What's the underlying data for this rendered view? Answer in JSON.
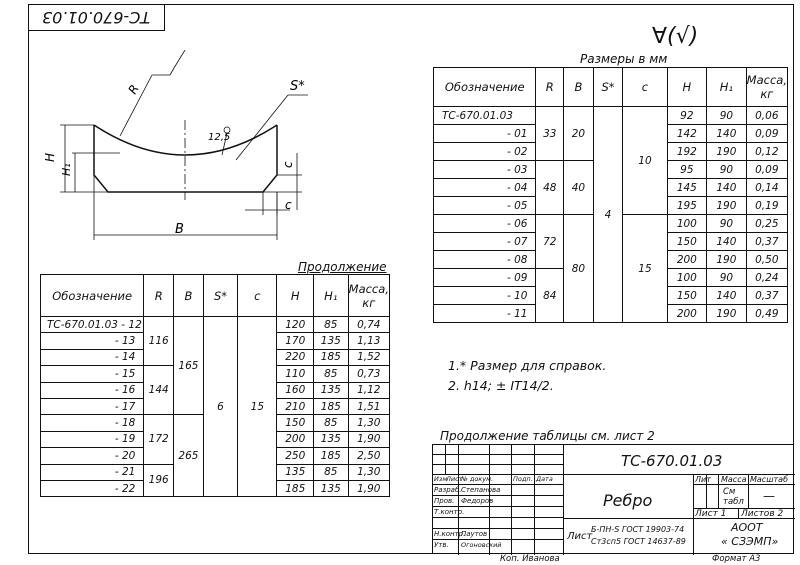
{
  "drawing_number_rotated": "ТС-670.01.03",
  "roughness": "∀(√)",
  "dims_caption": "Размеры в мм",
  "continuation_caption": "Продолжение",
  "drawing_labels": {
    "R": "R",
    "S": "S*",
    "H": "H",
    "H1": "H₁",
    "c1": "c",
    "c2": "c",
    "B": "B",
    "radius": "12,5"
  },
  "table_headers": {
    "designation": "Обозначение",
    "R": "R",
    "B": "B",
    "S": "S*",
    "c": "c",
    "H": "H",
    "H1": "H₁",
    "mass": "Масса, кг"
  },
  "right_table": {
    "rows": [
      {
        "des": "ТС-670.01.03",
        "H": "92",
        "H1": "90",
        "m": "0,06"
      },
      {
        "des": "- 01",
        "H": "142",
        "H1": "140",
        "m": "0,09"
      },
      {
        "des": "- 02",
        "H": "192",
        "H1": "190",
        "m": "0,12"
      },
      {
        "des": "- 03",
        "H": "95",
        "H1": "90",
        "m": "0,09"
      },
      {
        "des": "- 04",
        "H": "145",
        "H1": "140",
        "m": "0,14"
      },
      {
        "des": "- 05",
        "H": "195",
        "H1": "190",
        "m": "0,19"
      },
      {
        "des": "- 06",
        "H": "100",
        "H1": "90",
        "m": "0,25"
      },
      {
        "des": "- 07",
        "H": "150",
        "H1": "140",
        "m": "0,37"
      },
      {
        "des": "- 08",
        "H": "200",
        "H1": "190",
        "m": "0,50"
      },
      {
        "des": "- 09",
        "H": "100",
        "H1": "90",
        "m": "0,24"
      },
      {
        "des": "- 10",
        "H": "150",
        "H1": "140",
        "m": "0,37"
      },
      {
        "des": "- 11",
        "H": "200",
        "H1": "190",
        "m": "0,49"
      }
    ],
    "R_groups": [
      "33",
      "48",
      "72",
      "84"
    ],
    "B_groups": [
      "20",
      "40",
      "80"
    ],
    "S_value": "4",
    "c_groups": [
      "10",
      "15"
    ]
  },
  "left_table": {
    "rows": [
      {
        "des": "ТС-670.01.03 - 12",
        "H": "120",
        "H1": "85",
        "m": "0,74"
      },
      {
        "des": "- 13",
        "H": "170",
        "H1": "135",
        "m": "1,13"
      },
      {
        "des": "- 14",
        "H": "220",
        "H1": "185",
        "m": "1,52"
      },
      {
        "des": "- 15",
        "H": "110",
        "H1": "85",
        "m": "0,73"
      },
      {
        "des": "- 16",
        "H": "160",
        "H1": "135",
        "m": "1,12"
      },
      {
        "des": "- 17",
        "H": "210",
        "H1": "185",
        "m": "1,51"
      },
      {
        "des": "- 18",
        "H": "150",
        "H1": "85",
        "m": "1,30"
      },
      {
        "des": "- 19",
        "H": "200",
        "H1": "135",
        "m": "1,90"
      },
      {
        "des": "- 20",
        "H": "250",
        "H1": "185",
        "m": "2,50"
      },
      {
        "des": "- 21",
        "H": "135",
        "H1": "85",
        "m": "1,30"
      },
      {
        "des": "- 22",
        "H": "185",
        "H1": "135",
        "m": "1,90"
      }
    ],
    "R_groups": [
      "116",
      "144",
      "172",
      "196"
    ],
    "B_groups": [
      "165",
      "265"
    ],
    "S_value": "6",
    "c_value": "15"
  },
  "notes": {
    "n1": "1.* Размер для справок.",
    "n2": "2. h14; ± IT14/2."
  },
  "continuation_note": "Продолжение таблицы см. лист 2",
  "title_block": {
    "doc_number": "ТС-670.01.03",
    "part_name": "Ребро",
    "lit_header": "Лит",
    "mass_header": "Масса",
    "scale_header": "Масштаб",
    "mass_value": "См табл",
    "scale_value": "—",
    "sheet": "Лист 1",
    "sheets": "Листов 2",
    "material_label": "Лист",
    "material_line1": "Б-ПН-S ГОСТ 19903-74",
    "material_line2": "Ст3сп5 ГОСТ 14637-89",
    "org_line1": "АООТ",
    "org_line2": "« СЗЭМП»",
    "col_izm": "Изм",
    "col_list": "Лист",
    "col_docnum": "№ докум.",
    "col_sign": "Подп.",
    "col_date": "Дата",
    "role_dev": "Разраб.",
    "role_check": "Пров.",
    "role_tcontr": "Т.контр.",
    "role_ncontr": "Н.контр.",
    "role_appr": "Утв.",
    "name_dev": "Степанова",
    "name_check": "Федоров",
    "name_ncontr": "Паутов",
    "name_appr": "Огоновский",
    "copied": "Коп. Иванова",
    "format": "Формат А3"
  }
}
